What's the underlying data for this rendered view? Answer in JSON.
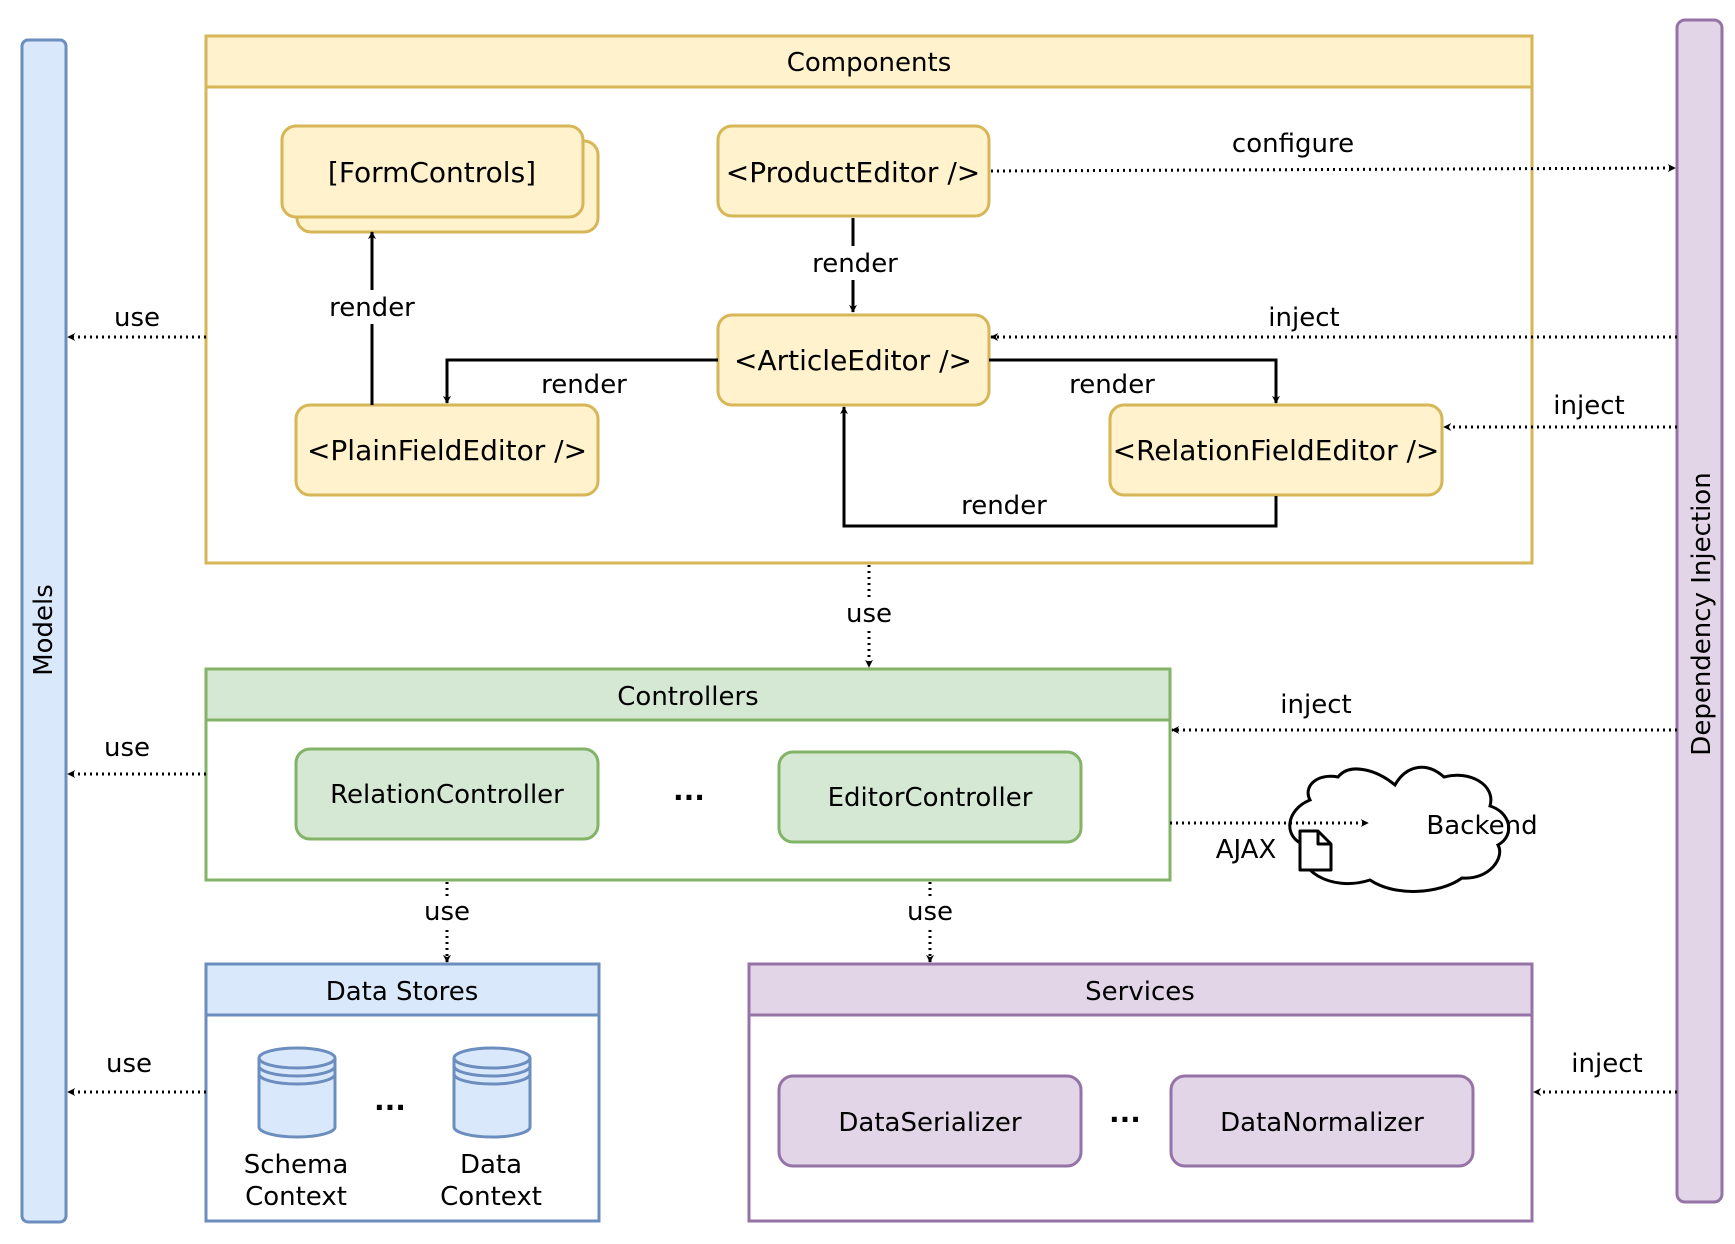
{
  "colors": {
    "components_fill": "#fff2cc",
    "components_stroke": "#d6b656",
    "controllers_fill": "#d5e8d4",
    "controllers_stroke": "#82b366",
    "models_fill": "#dae8fc",
    "models_stroke": "#6c8ebf",
    "services_fill": "#e1d5e7",
    "services_stroke": "#9673a6"
  },
  "side": {
    "models": "Models",
    "dependency_injection": "Dependency Injection"
  },
  "components": {
    "title": "Components",
    "form_controls": "[FormControls]",
    "product_editor": "<ProductEditor />",
    "article_editor": "<ArticleEditor />",
    "plain_field_editor": "<PlainFieldEditor />",
    "relation_field_editor": "<RelationFieldEditor />"
  },
  "controllers": {
    "title": "Controllers",
    "relation_controller": "RelationController",
    "ellipsis": "...",
    "editor_controller": "EditorController"
  },
  "data_stores": {
    "title": "Data Stores",
    "ellipsis": "...",
    "schema_context_line1": "Schema",
    "schema_context_line2": "Context",
    "data_context_line1": "Data",
    "data_context_line2": "Context"
  },
  "services": {
    "title": "Services",
    "ellipsis": "...",
    "data_serializer": "DataSerializer",
    "data_normalizer": "DataNormalizer"
  },
  "backend": "Backend",
  "edge_labels": {
    "configure": "configure",
    "render_product_article": "render",
    "render_plain_form": "render",
    "render_article_plain": "render",
    "render_article_relation": "render",
    "render_relation_article": "render",
    "inject_article": "inject",
    "inject_relation": "inject",
    "inject_controllers": "inject",
    "inject_services": "inject",
    "use_components_models": "use",
    "use_controllers_models": "use",
    "use_datastores_models": "use",
    "use_components_controllers": "use",
    "use_controllers_datastores": "use",
    "use_controllers_services": "use",
    "ajax": "AJAX"
  }
}
